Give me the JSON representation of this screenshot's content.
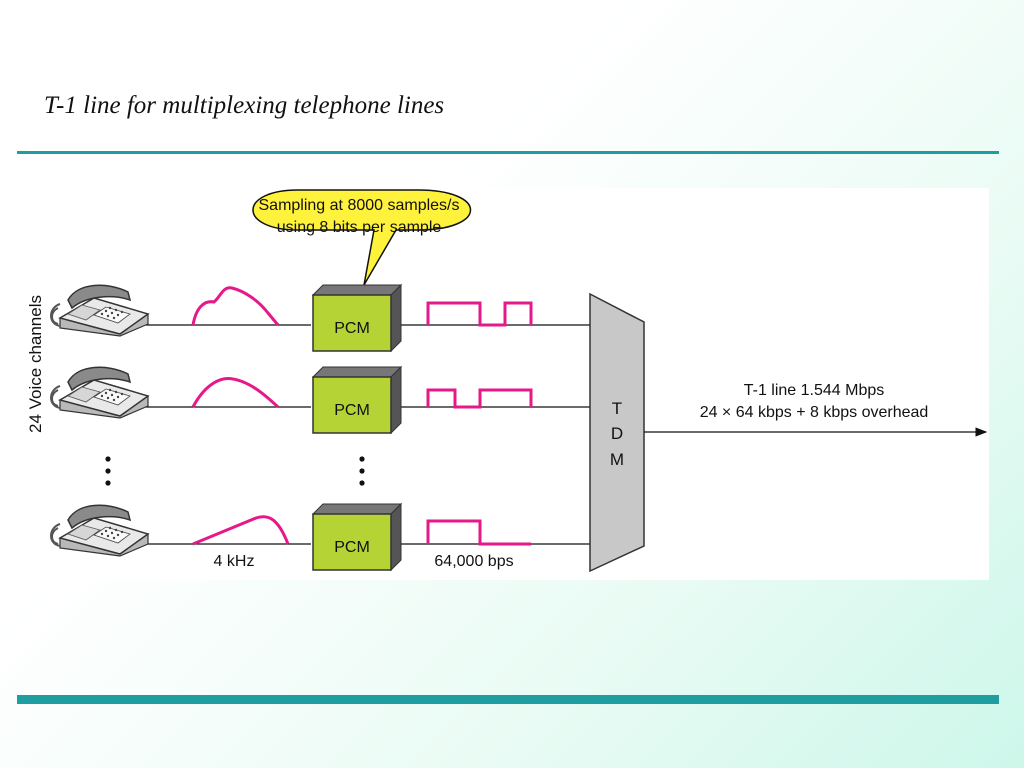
{
  "slide": {
    "title": "T-1 line for multiplexing telephone lines"
  },
  "diagram": {
    "callout_line1": "Sampling at 8000 samples/s",
    "callout_line2": "using 8 bits per sample",
    "side_label": "24 Voice channels",
    "pcm_label": "PCM",
    "tdm_letters": [
      "T",
      "D",
      "M"
    ],
    "output_line1": "T-1 line 1.544 Mbps",
    "output_line2": "24 × 64 kbps + 8 kbps overhead",
    "analog_label": "4 kHz",
    "digital_label": "64,000 bps"
  },
  "colors": {
    "accent_rule": "#1e9ea0",
    "pcm_fill": "#b5d334",
    "signal": "#e6198a",
    "callout_fill": "#fff23c",
    "mux_fill": "#c8c8c8"
  },
  "icons": [
    "telephone-icon",
    "ellipsis-vertical-icon",
    "arrow-right-icon"
  ]
}
